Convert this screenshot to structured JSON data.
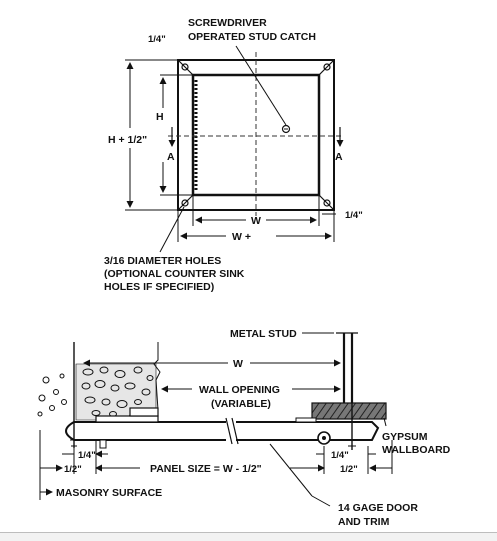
{
  "top_view": {
    "catch_label_line1": "SCREWDRIVER",
    "catch_label_line2": "OPERATED STUD CATCH",
    "dim_quarter_top": "1/4\"",
    "dim_h": "H",
    "dim_h_plus": "H + 1/2\"",
    "section_left": "A",
    "section_right": "A",
    "dim_w": "W",
    "dim_w_plus": "W +",
    "dim_quarter_right": "1/4\"",
    "holes_line1": "3/16 DIAMETER HOLES",
    "holes_line2": "(OPTIONAL COUNTER SINK",
    "holes_line3": "HOLES IF SPECIFIED)"
  },
  "section_view": {
    "metal_stud": "METAL STUD",
    "dim_w": "W",
    "wall_opening_line1": "WALL OPENING",
    "wall_opening_line2": "(VARIABLE)",
    "gypsum_line1": "GYPSUM",
    "gypsum_line2": "WALLBOARD",
    "dim_quarter_left": "1/4\"",
    "dim_quarter_right": "1/4\"",
    "dim_half_left": "1/2\"",
    "dim_half_right": "1/2\"",
    "panel_size": "PANEL SIZE = W - 1/2\"",
    "masonry_surface": "MASONRY SURFACE",
    "door_line1": "14 GAGE DOOR",
    "door_line2": "AND TRIM"
  }
}
